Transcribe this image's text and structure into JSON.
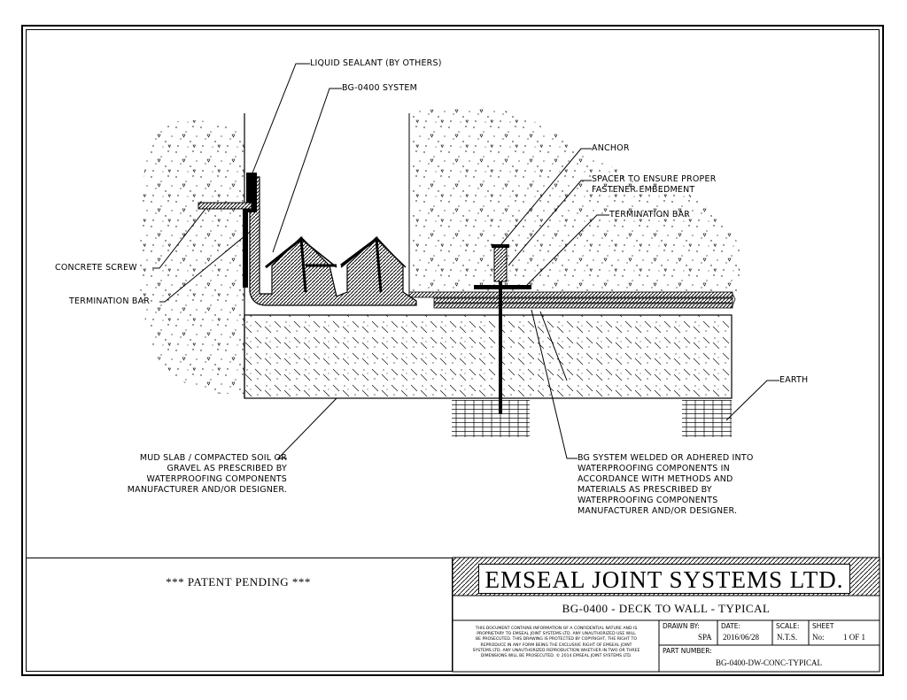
{
  "callouts": {
    "liquid_sealant": "LIQUID SEALANT (BY OTHERS)",
    "bg_system": "BG-0400 SYSTEM",
    "anchor": "ANCHOR",
    "spacer_line1": "SPACER TO ENSURE PROPER",
    "spacer_line2": "FASTENER EMBEDMENT",
    "termination_bar_right": "TERMINATION BAR",
    "concrete_screw": "CONCRETE SCREW",
    "termination_bar_left": "TERMINATION BAR",
    "earth": "EARTH",
    "mud_slab": [
      "MUD SLAB / COMPACTED SOIL OR",
      "GRAVEL AS PRESCRIBED BY",
      "WATERPROOFING COMPONENTS",
      "MANUFACTURER AND/OR DESIGNER."
    ],
    "bg_welded": [
      "BG SYSTEM WELDED OR ADHERED INTO",
      "WATERPROOFING COMPONENTS IN",
      "ACCORDANCE WITH METHODS AND",
      "MATERIALS AS PRESCRIBED BY",
      "WATERPROOFING COMPONENTS",
      "MANUFACTURER AND/OR DESIGNER."
    ]
  },
  "title_block": {
    "patent": "*** PATENT PENDING ***",
    "company": "EMSEAL JOINT SYSTEMS LTD.",
    "drawing_title": "BG-0400 - DECK TO WALL - TYPICAL",
    "confidential": [
      "THIS DOCUMENT CONTAINS INFORMATION OF A CONFIDENTIAL NATURE AND IS",
      "PROPRIETARY TO EMSEAL JOINT SYSTEMS LTD. ANY UNAUTHORIZED USE WILL",
      "BE PROSECUTED. THIS DRAWING IS PROTECTED BY COPYRIGHT, THE RIGHT TO",
      "REPRODUCE IN ANY FORM BEING THE EXCLUSIVE RIGHT OF EMSEAL JOINT",
      "SYSTEMS LTD. ANY UNAUTHORIZED REPRODUCTION WHETHER IN TWO OR THREE",
      "DIMENSIONS WILL BE PROSECUTED. © 2014 EMSEAL JOINT SYSTEMS LTD."
    ],
    "drawn_by_label": "DRAWN BY:",
    "drawn_by": "SPA",
    "date_label": "DATE:",
    "date": "2016/06/28",
    "scale_label": "SCALE:",
    "scale": "N.T.S.",
    "sheet_label": "SHEET",
    "sheet_no_label": "No:",
    "sheet": "1 OF 1",
    "part_number_label": "PART NUMBER:",
    "part_number": "BG-0400-DW-CONC-TYPICAL"
  }
}
